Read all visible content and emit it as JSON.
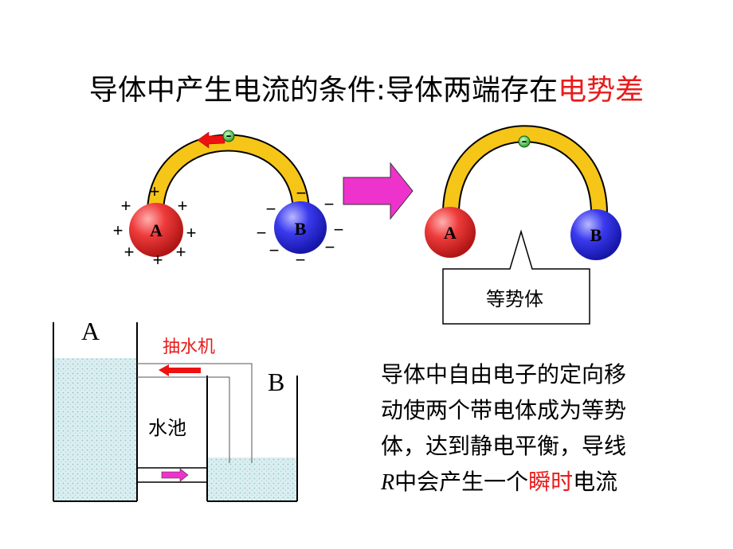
{
  "title": {
    "text_main": "导体中产生电流的条件:导体两端存在",
    "text_highlight": "电势差",
    "highlight_color": "#e81c1c"
  },
  "left_conductor": {
    "ball_a_label": "A",
    "ball_b_label": "B",
    "electron_symbol": "-",
    "plus_symbol": "+",
    "minus_symbol": "−"
  },
  "right_conductor": {
    "ball_a_label": "A",
    "ball_b_label": "B",
    "electron_symbol": "-",
    "callout_text": "等势体"
  },
  "water_model": {
    "tank_a_label": "A",
    "tank_b_label": "B",
    "pump_label": "抽水机",
    "pool_label": "水池"
  },
  "explanation": {
    "line1": "导体中自由电子的定向移",
    "line2": "动使两个带电体成为等势",
    "line3": "体，达到静电平衡，导线",
    "line4_var": "R",
    "line4_a": "中会产生一个",
    "line4_highlight": "瞬时",
    "line4_b": "电流"
  },
  "colors": {
    "wire": "#f5c518",
    "ball_a": "#e83030",
    "ball_b": "#2f2fe0",
    "electron": "#2db52d",
    "arrow_red": "#ee1111",
    "arrow_magenta": "#ee33cc",
    "water": "#d6ecee"
  }
}
